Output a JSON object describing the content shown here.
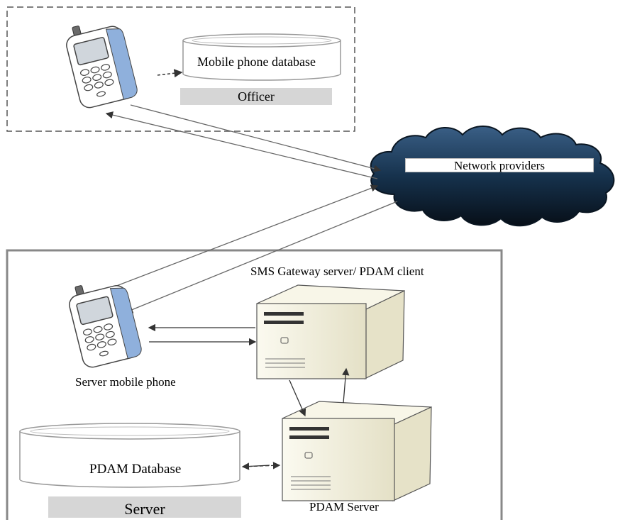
{
  "groups": {
    "officer_label": "Officer",
    "server_label": "Server"
  },
  "nodes": {
    "officer_phone": "mobile-phone-icon",
    "mobile_db_label": "Mobile phone database",
    "network_label": "Network providers",
    "sms_gateway_label": "SMS Gateway server/ PDAM client",
    "server_phone_label": "Server mobile phone",
    "pdam_db_label": "PDAM Database",
    "pdam_server_label": "PDAM Server"
  },
  "colors": {
    "cloud": "#16324d",
    "phone_body": "#8fb0dc",
    "server_body": "#f3f0dc",
    "group_border_dashed": "#555555",
    "group_border_solid": "#888888",
    "label_band": "#d6d6d6"
  }
}
